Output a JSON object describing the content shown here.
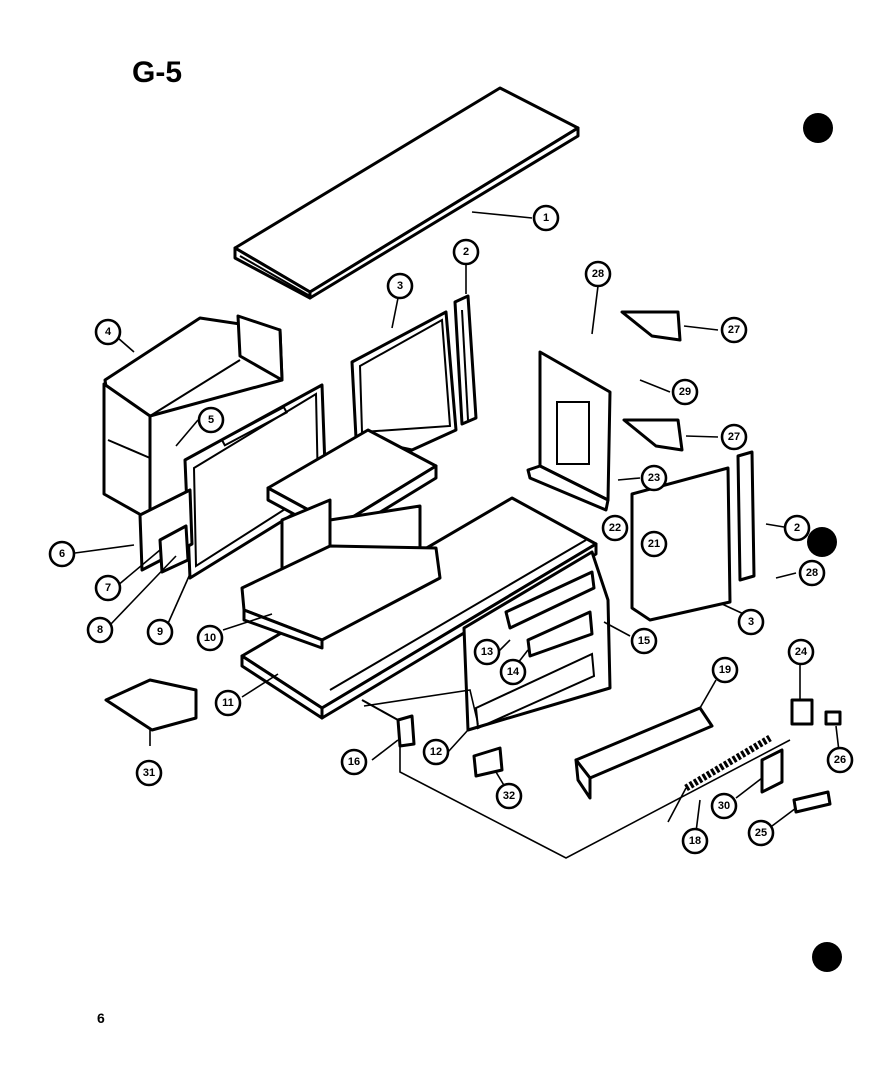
{
  "title": "G-5",
  "page_number": "6",
  "callouts": [
    "1",
    "2",
    "3",
    "4",
    "5",
    "6",
    "7",
    "8",
    "9",
    "10",
    "11",
    "12",
    "13",
    "14",
    "15",
    "16",
    "18",
    "19",
    "21",
    "22",
    "23",
    "24",
    "25",
    "26",
    "27",
    "28",
    "29",
    "30",
    "31",
    "32"
  ],
  "icons": [
    "binder-hole-icon"
  ]
}
